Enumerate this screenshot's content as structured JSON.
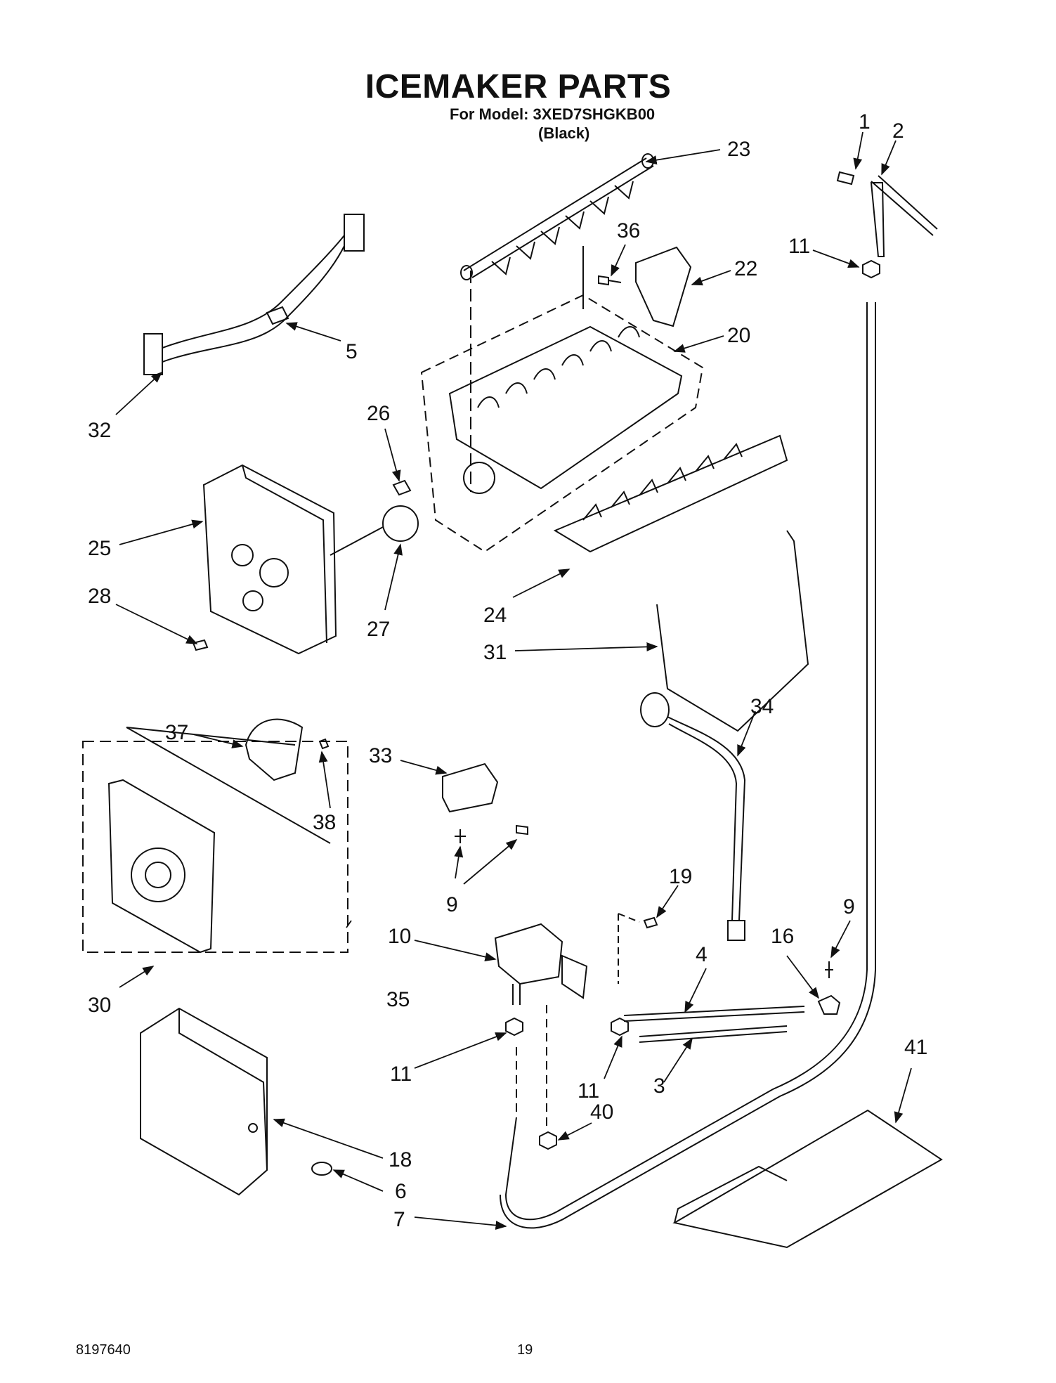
{
  "page": {
    "title": "ICEMAKER PARTS",
    "model_line": "For Model: 3XED7SHGKB00",
    "variant": "(Black)",
    "doc_number": "8197640",
    "page_number": "19"
  },
  "callouts": [
    {
      "id": "c1",
      "label": "1"
    },
    {
      "id": "c2",
      "label": "2"
    },
    {
      "id": "c23",
      "label": "23"
    },
    {
      "id": "c36",
      "label": "36"
    },
    {
      "id": "c22",
      "label": "22"
    },
    {
      "id": "c11a",
      "label": "11"
    },
    {
      "id": "c20",
      "label": "20"
    },
    {
      "id": "c5",
      "label": "5"
    },
    {
      "id": "c32",
      "label": "32"
    },
    {
      "id": "c26",
      "label": "26"
    },
    {
      "id": "c25",
      "label": "25"
    },
    {
      "id": "c28",
      "label": "28"
    },
    {
      "id": "c27",
      "label": "27"
    },
    {
      "id": "c24",
      "label": "24"
    },
    {
      "id": "c31",
      "label": "31"
    },
    {
      "id": "c34",
      "label": "34"
    },
    {
      "id": "c37",
      "label": "37"
    },
    {
      "id": "c33",
      "label": "33"
    },
    {
      "id": "c38",
      "label": "38"
    },
    {
      "id": "c9a",
      "label": "9"
    },
    {
      "id": "c19",
      "label": "19"
    },
    {
      "id": "c9b",
      "label": "9"
    },
    {
      "id": "c10",
      "label": "10"
    },
    {
      "id": "c16",
      "label": "16"
    },
    {
      "id": "c4",
      "label": "4"
    },
    {
      "id": "c30",
      "label": "30"
    },
    {
      "id": "c35",
      "label": "35"
    },
    {
      "id": "c11b",
      "label": "11"
    },
    {
      "id": "c11c",
      "label": "11"
    },
    {
      "id": "c3",
      "label": "3"
    },
    {
      "id": "c41",
      "label": "41"
    },
    {
      "id": "c40",
      "label": "40"
    },
    {
      "id": "c18",
      "label": "18"
    },
    {
      "id": "c6",
      "label": "6"
    },
    {
      "id": "c7",
      "label": "7"
    }
  ]
}
